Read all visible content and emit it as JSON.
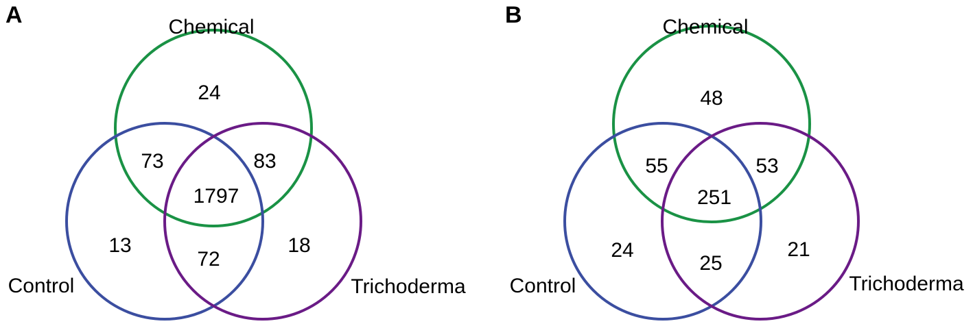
{
  "colors": {
    "chemical": "#1a9245",
    "control": "#3b4ea0",
    "trichoderma": "#6a1b86"
  },
  "panels": [
    {
      "letter": "A",
      "labels": {
        "chemical": "Chemical",
        "control": "Control",
        "trichoderma": "Trichoderma"
      },
      "counts": {
        "chemical_only": "24",
        "chemical_control": "73",
        "chemical_trichoderma": "83",
        "all_three": "1797",
        "control_only": "13",
        "control_trichoderma": "72",
        "trichoderma_only": "18"
      }
    },
    {
      "letter": "B",
      "labels": {
        "chemical": "Chemical",
        "control": "Control",
        "trichoderma": "Trichoderma"
      },
      "counts": {
        "chemical_only": "48",
        "chemical_control": "55",
        "chemical_trichoderma": "53",
        "all_three": "251",
        "control_only": "24",
        "control_trichoderma": "25",
        "trichoderma_only": "21"
      }
    }
  ]
}
